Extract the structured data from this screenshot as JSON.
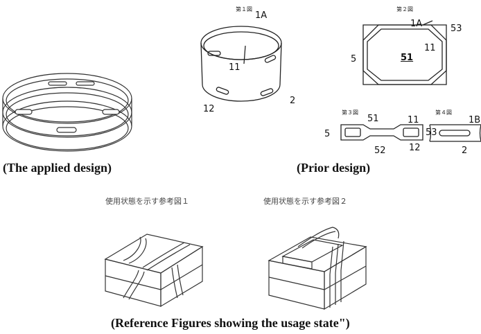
{
  "captions": {
    "applied": "(The applied design)",
    "prior": "(Prior design)",
    "reference": "(Reference Figures showing the usage state\")"
  },
  "japanese": {
    "ref1": "使用状態を示す参考図１",
    "ref2": "使用状態を示す参考図２"
  },
  "fig1": {
    "title": "第１図",
    "labels": {
      "a": "1A",
      "b": "11",
      "c": "12",
      "d": "2"
    }
  },
  "fig2": {
    "title": "第２図",
    "labels": {
      "a": "1A",
      "b": "53",
      "c": "11",
      "d": "5",
      "e": "51"
    }
  },
  "fig3": {
    "title": "第３図",
    "labels": {
      "a": "51",
      "b": "11",
      "c": "5",
      "d": "53",
      "e": "52",
      "f": "12"
    }
  },
  "fig4": {
    "title": "第４図",
    "labels": {
      "a": "1B",
      "b": "2"
    }
  }
}
